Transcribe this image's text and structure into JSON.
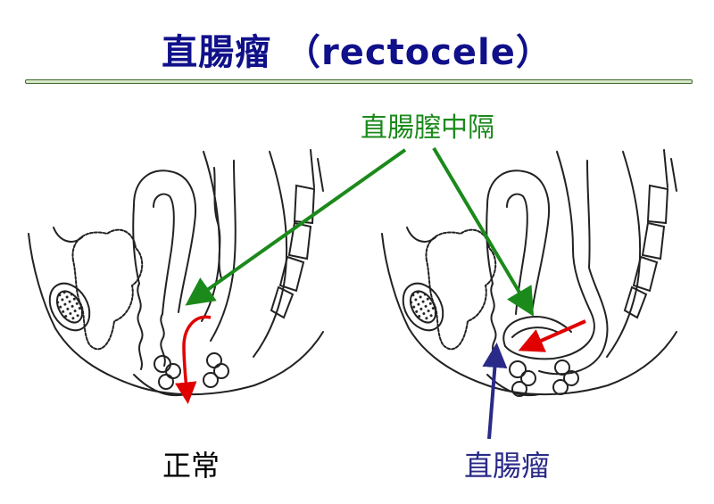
{
  "title": "直腸瘤 （rectocele）",
  "labels": {
    "septum": "直腸膣中隔",
    "normal": "正常",
    "rectocele": "直腸瘤"
  },
  "colors": {
    "title": "#10108a",
    "septum_arrow": "#1b8a1b",
    "flow_arrow": "#e00000",
    "rectocele_arrow": "#2a2a88",
    "line_art": "#222222"
  }
}
